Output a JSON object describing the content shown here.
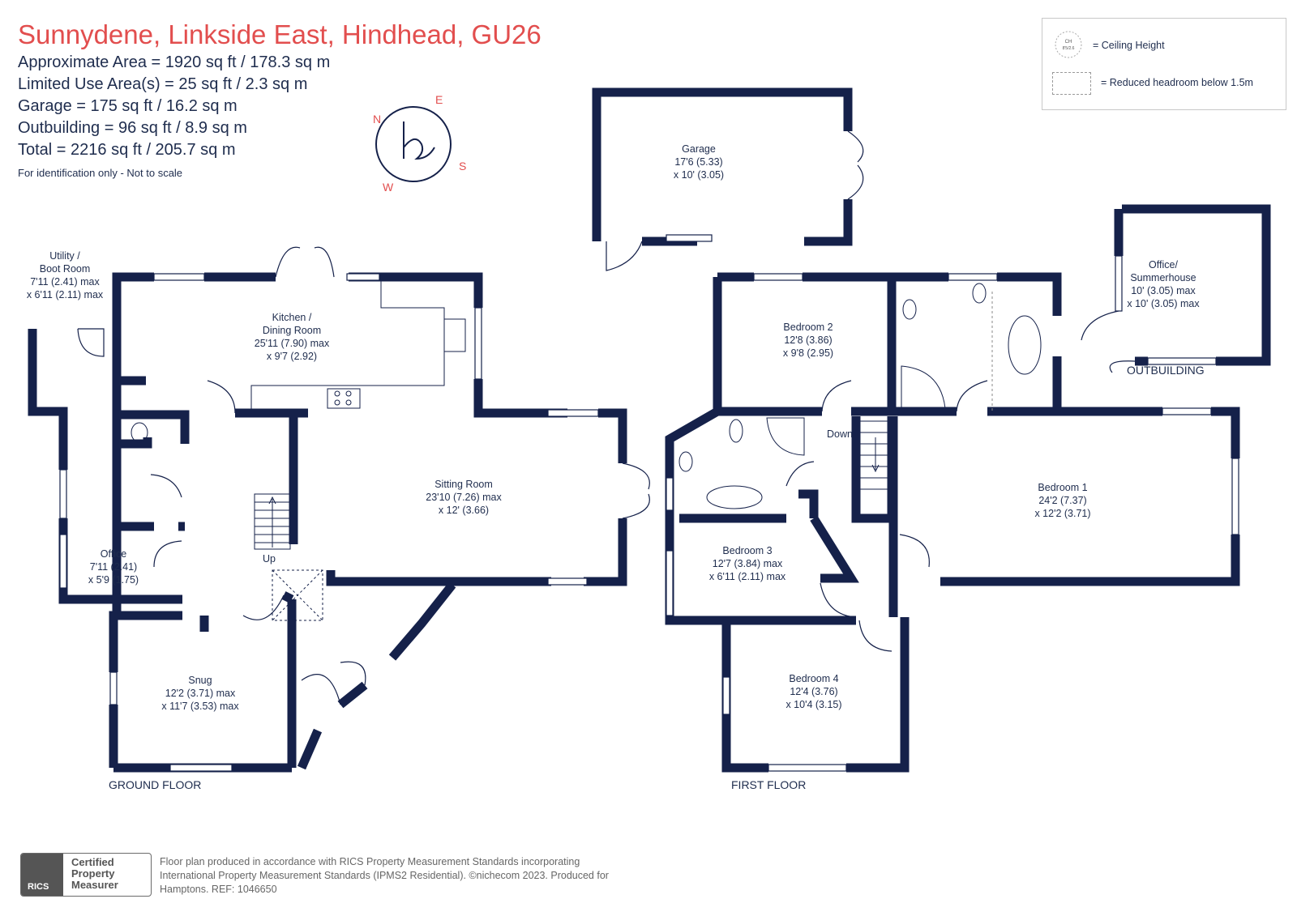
{
  "header": {
    "title": "Sunnydene, Linkside East, Hindhead, GU26",
    "area_lines": [
      "Approximate Area = 1920 sq ft / 178.3 sq m",
      "Limited Use Area(s) = 25 sq ft / 2.3 sq m",
      "Garage = 175 sq ft / 16.2 sq m",
      "Outbuilding = 96 sq ft / 8.9 sq m",
      "Total = 2216 sq ft / 205.7 sq m"
    ],
    "note": "For identification only - Not to scale"
  },
  "compass": {
    "n": "N",
    "e": "E",
    "s": "S",
    "w": "W"
  },
  "legend": {
    "ceiling_symbol_top": "CH",
    "ceiling_symbol_bottom": "8'5/2.6",
    "ceiling_label": "= Ceiling Height",
    "headroom_label": "= Reduced headroom below 1.5m"
  },
  "rooms": {
    "garage": [
      "Garage",
      "17'6 (5.33)",
      "x 10' (3.05)"
    ],
    "utility": [
      "Utility /",
      "Boot Room",
      "7'11 (2.41) max",
      "x 6'11 (2.11) max"
    ],
    "kitchen": [
      "Kitchen /",
      "Dining Room",
      "25'11 (7.90) max",
      "x 9'7 (2.92)"
    ],
    "sitting": [
      "Sitting Room",
      "23'10 (7.26) max",
      "x 12' (3.66)"
    ],
    "office": [
      "Office",
      "7'11 (2.41)",
      "x 5'9 (1.75)"
    ],
    "snug": [
      "Snug",
      "12'2 (3.71) max",
      "x 11'7 (3.53) max"
    ],
    "bedroom2": [
      "Bedroom 2",
      "12'8 (3.86)",
      "x 9'8 (2.95)"
    ],
    "bedroom1": [
      "Bedroom 1",
      "24'2 (7.37)",
      "x 12'2 (3.71)"
    ],
    "bedroom3": [
      "Bedroom 3",
      "12'7 (3.84) max",
      "x 6'11 (2.11) max"
    ],
    "bedroom4": [
      "Bedroom 4",
      "12'4 (3.76)",
      "x 10'4 (3.15)"
    ],
    "summerhouse": [
      "Office/",
      "Summerhouse",
      "10' (3.05) max",
      "x 10' (3.05) max"
    ]
  },
  "stairs": {
    "up": "Up",
    "down": "Down"
  },
  "floors": {
    "ground": "GROUND FLOOR",
    "first": "FIRST FLOOR",
    "outbuilding": "OUTBUILDING"
  },
  "footer": {
    "badge_rics": "RICS",
    "badge_lines": [
      "Certified",
      "Property",
      "Measurer"
    ],
    "lines": [
      "Floor plan produced in accordance with RICS Property Measurement Standards incorporating",
      "International Property Measurement Standards (IPMS2 Residential).  ©nichecom 2023.   Produced for",
      "Hamptons.  REF:  1046650"
    ]
  },
  "colors": {
    "wall": "#15214a",
    "title": "#e24e4e",
    "text": "#1f2d4e"
  }
}
